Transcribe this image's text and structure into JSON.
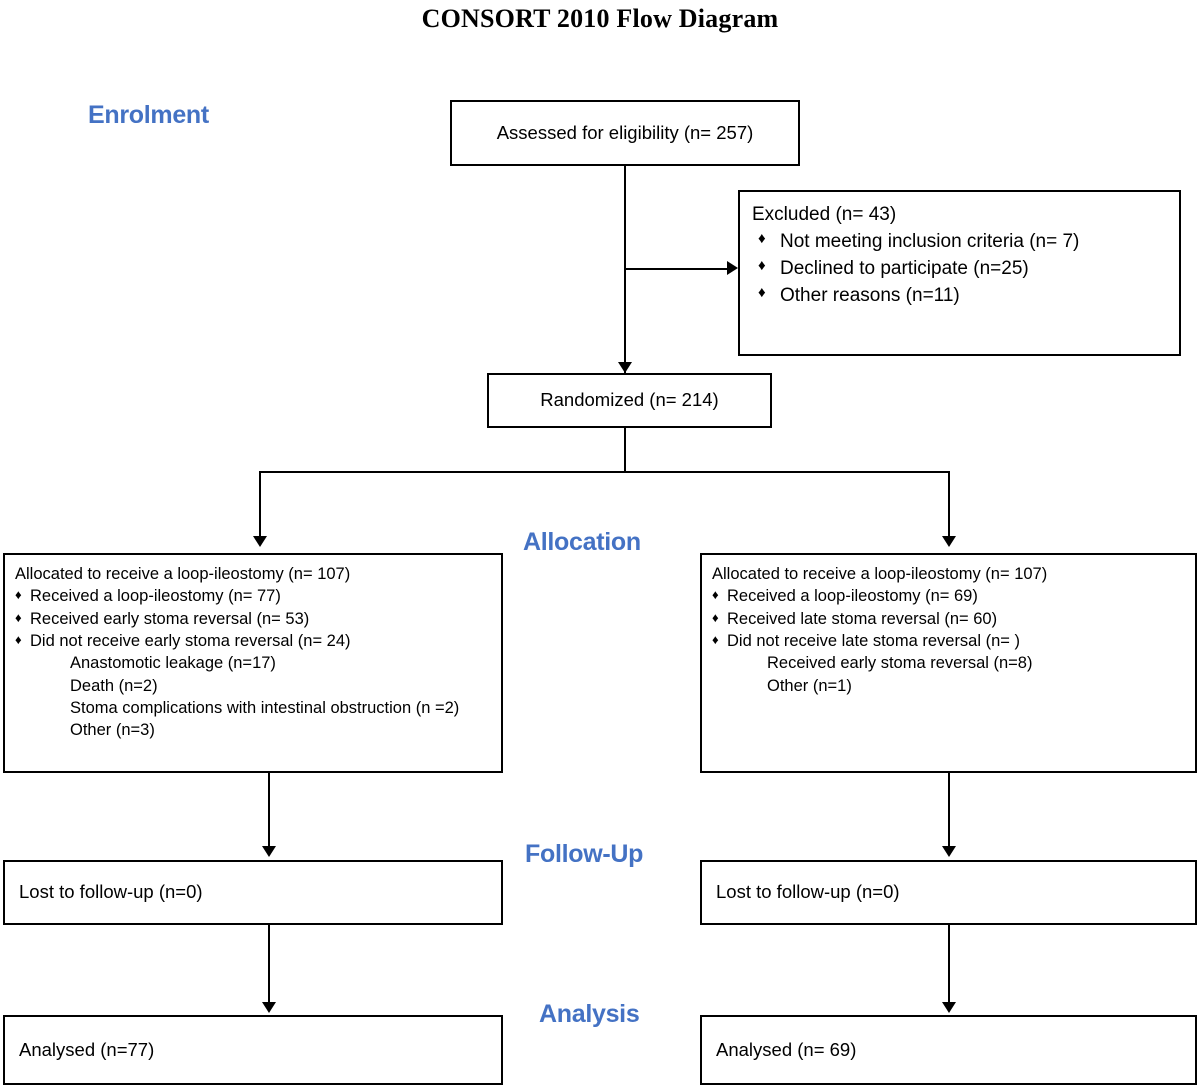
{
  "title": "CONSORT 2010 Flow Diagram",
  "accent_color": "#4472C4",
  "line_color": "#000000",
  "stages": {
    "enrolment": "Enrolment",
    "allocation": "Allocation",
    "followup": "Follow-Up",
    "analysis": "Analysis"
  },
  "boxes": {
    "assessed": {
      "text": "Assessed for eligibility (n= 257)"
    },
    "excluded": {
      "lead": "Excluded  (n= 43)",
      "bullets": [
        "Not meeting inclusion criteria (n= 7)",
        "Declined to participate (n=25)",
        "Other reasons (n=11)"
      ]
    },
    "randomized": {
      "text": "Randomized (n= 214)"
    },
    "allocation_left": {
      "lead": "Allocated to receive a loop-ileostomy (n= 107)",
      "bullets": [
        "Received a loop-ileostomy (n= 77)",
        "Received early stoma reversal (n= 53)",
        "Did not receive early stoma reversal (n= 24)"
      ],
      "subs": [
        "Anastomotic leakage (n=17)",
        "Death (n=2)",
        "Stoma complications with intestinal obstruction (n =2)",
        "Other (n=3)"
      ]
    },
    "allocation_right": {
      "lead": "Allocated to receive a loop-ileostomy (n= 107)",
      "bullets": [
        "Received a loop-ileostomy (n= 69)",
        "Received late stoma reversal (n= 60)",
        "Did not receive late stoma reversal (n= )"
      ],
      "subs": [
        "Received early stoma reversal (n=8)",
        "Other (n=1)"
      ]
    },
    "followup_left": {
      "text": "Lost to follow-up (n=0)"
    },
    "followup_right": {
      "text": "Lost to follow-up (n=0)"
    },
    "analysis_left": {
      "text": "Analysed  (n=77)"
    },
    "analysis_right": {
      "text": "Analysed  (n= 69)"
    }
  },
  "bullet_glyph": "♦"
}
